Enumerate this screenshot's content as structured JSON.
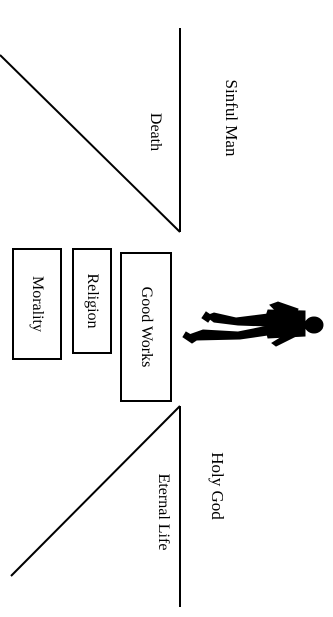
{
  "labels": {
    "top_right": "Sinful Man",
    "top_left": "Death",
    "bottom_right": "Holy God",
    "bottom_left": "Eternal Life"
  },
  "boxes": [
    {
      "label": "Good Works"
    },
    {
      "label": "Religion"
    },
    {
      "label": "Morality"
    }
  ],
  "icons": {
    "figure": "man-walking-icon"
  },
  "colors": {
    "ink": "#000000",
    "background": "#ffffff"
  }
}
